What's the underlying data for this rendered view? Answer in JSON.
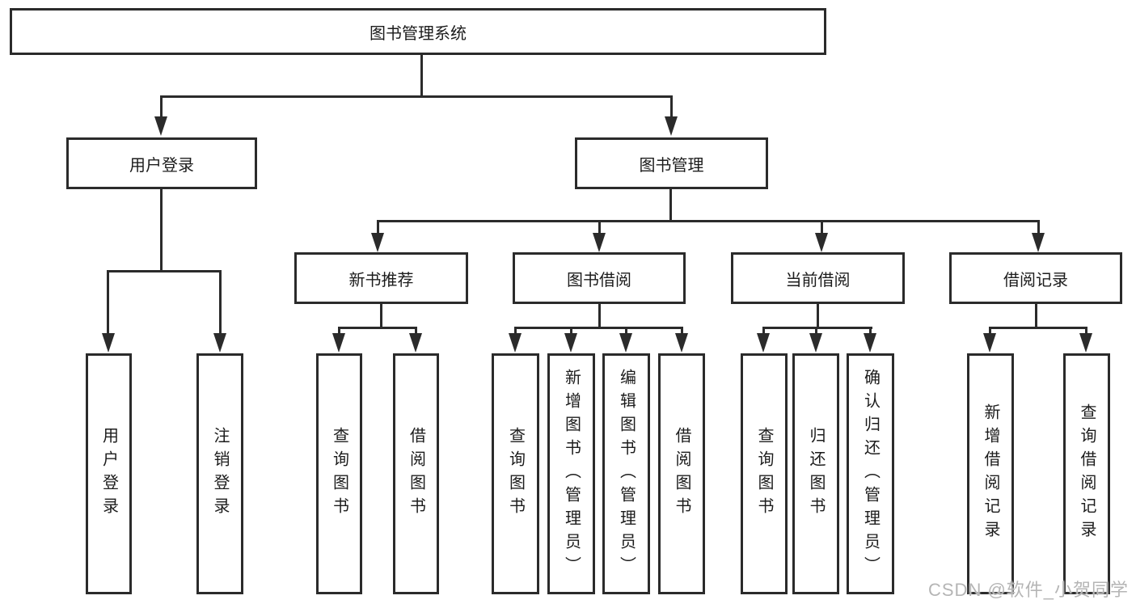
{
  "tree": {
    "root": "图书管理系统",
    "branches": [
      {
        "label": "用户登录",
        "children": [
          "用户登录",
          "注销登录"
        ]
      },
      {
        "label": "图书管理",
        "sections": [
          {
            "label": "新书推荐",
            "children": [
              "查询图书",
              "借阅图书"
            ]
          },
          {
            "label": "图书借阅",
            "children": [
              "查询图书",
              "新增图书（管理员）",
              "编辑图书（管理员）",
              "借阅图书"
            ]
          },
          {
            "label": "当前借阅",
            "children": [
              "查询图书",
              "归还图书",
              "确认归还（管理员）"
            ]
          },
          {
            "label": "借阅记录",
            "children": [
              "新增借阅记录",
              "查询借阅记录"
            ]
          }
        ]
      }
    ]
  },
  "watermark": "CSDN @软件_小贺同学",
  "colors": {
    "line": "#2b2b2b",
    "text": "#1c1c1c",
    "watermark": "#b5b5b5",
    "background": "#ffffff"
  }
}
